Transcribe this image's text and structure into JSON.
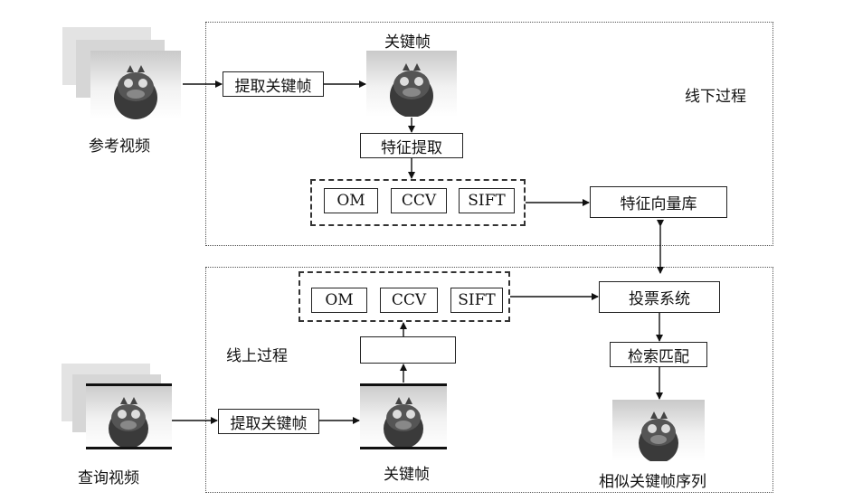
{
  "offline": {
    "region_label": "线下过程",
    "source_label": "参考视频",
    "extract_box": "提取关键帧",
    "keyframe_label": "关键帧",
    "feature_box": "特征提取",
    "features": [
      "OM",
      "CCV",
      "SIFT"
    ],
    "db_box": "特征向量库"
  },
  "online": {
    "region_label": "线上过程",
    "source_label": "查询视频",
    "extract_box": "提取关键帧",
    "keyframe_label": "关键帧",
    "features": [
      "OM",
      "CCV",
      "SIFT"
    ],
    "vote_box": "投票系统",
    "match_box": "检索匹配",
    "result_label": "相似关键帧序列"
  }
}
